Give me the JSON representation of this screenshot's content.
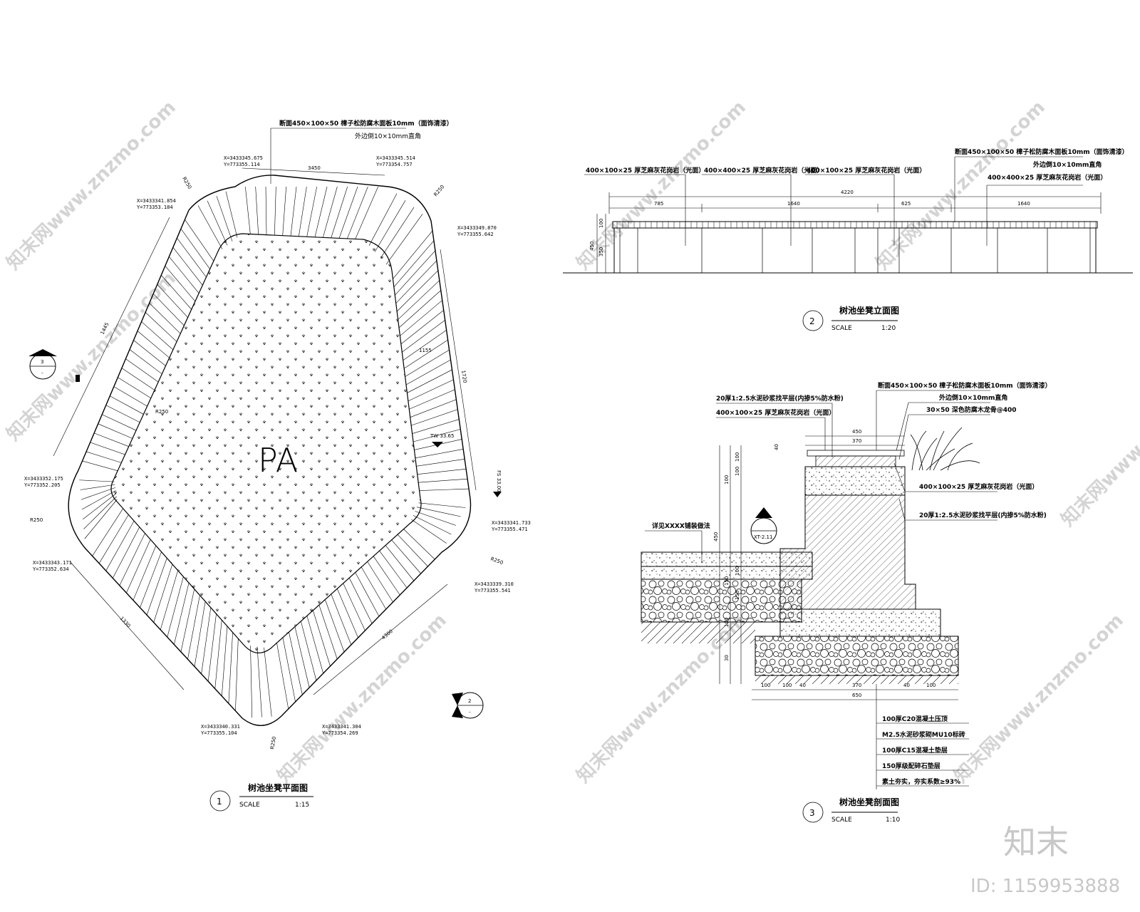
{
  "plan": {
    "label_top1": "断面450×100×50 樟子松防腐木面板10mm（面饰清漆）",
    "label_top2": "外边倒10×10mm直角",
    "center_code": "PA",
    "title": "树池坐凳平面图",
    "number": "1",
    "scale_label": "SCALE",
    "scale_value": "1:15",
    "dims": [
      "3450",
      "1445",
      "1720",
      "1330",
      "4300",
      "1155"
    ],
    "tw": "TW 33.65",
    "fs": "FS 33.00",
    "coords": [
      {
        "x": "X=3433345.675",
        "y": "Y=773355.114"
      },
      {
        "x": "X=3433345.514",
        "y": "Y=773354.757"
      },
      {
        "x": "X=3433341.854",
        "y": "Y=773353.184"
      },
      {
        "x": "X=3433349.870",
        "y": "Y=773355.642"
      },
      {
        "x": "X=3433352.175",
        "y": "Y=773352.205"
      },
      {
        "x": "X=3433341.733",
        "y": "Y=773355.471"
      },
      {
        "x": "X=3433343.171",
        "y": "Y=773352.634"
      },
      {
        "x": "X=3433339.310",
        "y": "Y=773355.541"
      },
      {
        "x": "X=3433340.331",
        "y": "Y=773355.104"
      },
      {
        "x": "X=3433341.304",
        "y": "Y=773354.269"
      }
    ],
    "r_labels": [
      "R250",
      "R250",
      "R250",
      "R250",
      "R250",
      "R250"
    ],
    "sec_mark": {
      "num": "3",
      "sub": "-"
    },
    "elev_mark": {
      "num": "2",
      "sub": "-"
    }
  },
  "elevation": {
    "labels": [
      "400×100×25 厚芝麻灰花岗岩（光面）",
      "400×400×25 厚芝麻灰花岗岩（光面）",
      "400×100×25 厚芝麻灰花岗岩（光面）",
      "断面450×100×50 樟子松防腐木面板10mm（面饰清漆）",
      "外边倒10×10mm直角",
      "400×400×25 厚芝麻灰花岗岩（光面）"
    ],
    "dims_top": [
      "4220"
    ],
    "dims": [
      "785",
      "1640",
      "625",
      "1640"
    ],
    "dims_left": [
      "450",
      "100",
      "350"
    ],
    "title": "树池坐凳立面图",
    "number": "2",
    "scale_label": "SCALE",
    "scale_value": "1:20"
  },
  "section": {
    "labels_top": [
      "20厚1:2.5水泥砂浆找平层(内掺5%防水粉)",
      "400×100×25 厚芝麻灰花岗岩（光面）"
    ],
    "labels_right": [
      "断面450×100×50 樟子松防腐木面板10mm（面饰清漆）",
      "外边倒10×10mm直角",
      "30×50 深色防腐木龙骨@400"
    ],
    "label_mid": "400×100×25 厚芝麻灰花岗岩（光面）",
    "label_mid2": "20厚1:2.5水泥砂浆找平层(内掺5%防水粉)",
    "label_left": "详见XXXX铺装做法",
    "callout": "XT-2.11",
    "layers": [
      "100厚C20混凝土压顶",
      "M2.5水泥砂浆砌MU10标砖",
      "100厚C15混凝土垫层",
      "150厚级配碎石垫层",
      "素土夯实，夯实系数≥93%"
    ],
    "dims_top": [
      "450",
      "370",
      "40"
    ],
    "dims_bottom": [
      "100",
      "100",
      "40",
      "370",
      "40",
      "100",
      "650"
    ],
    "dims_left": [
      "100",
      "100",
      "100",
      "450",
      "150",
      "100",
      "150",
      "100",
      "30"
    ],
    "title": "树池坐凳剖面图",
    "number": "3",
    "scale_label": "SCALE",
    "scale_value": "1:10"
  },
  "watermarks": [
    "知末网www.znzmo.com"
  ],
  "brand": {
    "logo": "知末",
    "id": "ID: 1159953888"
  }
}
